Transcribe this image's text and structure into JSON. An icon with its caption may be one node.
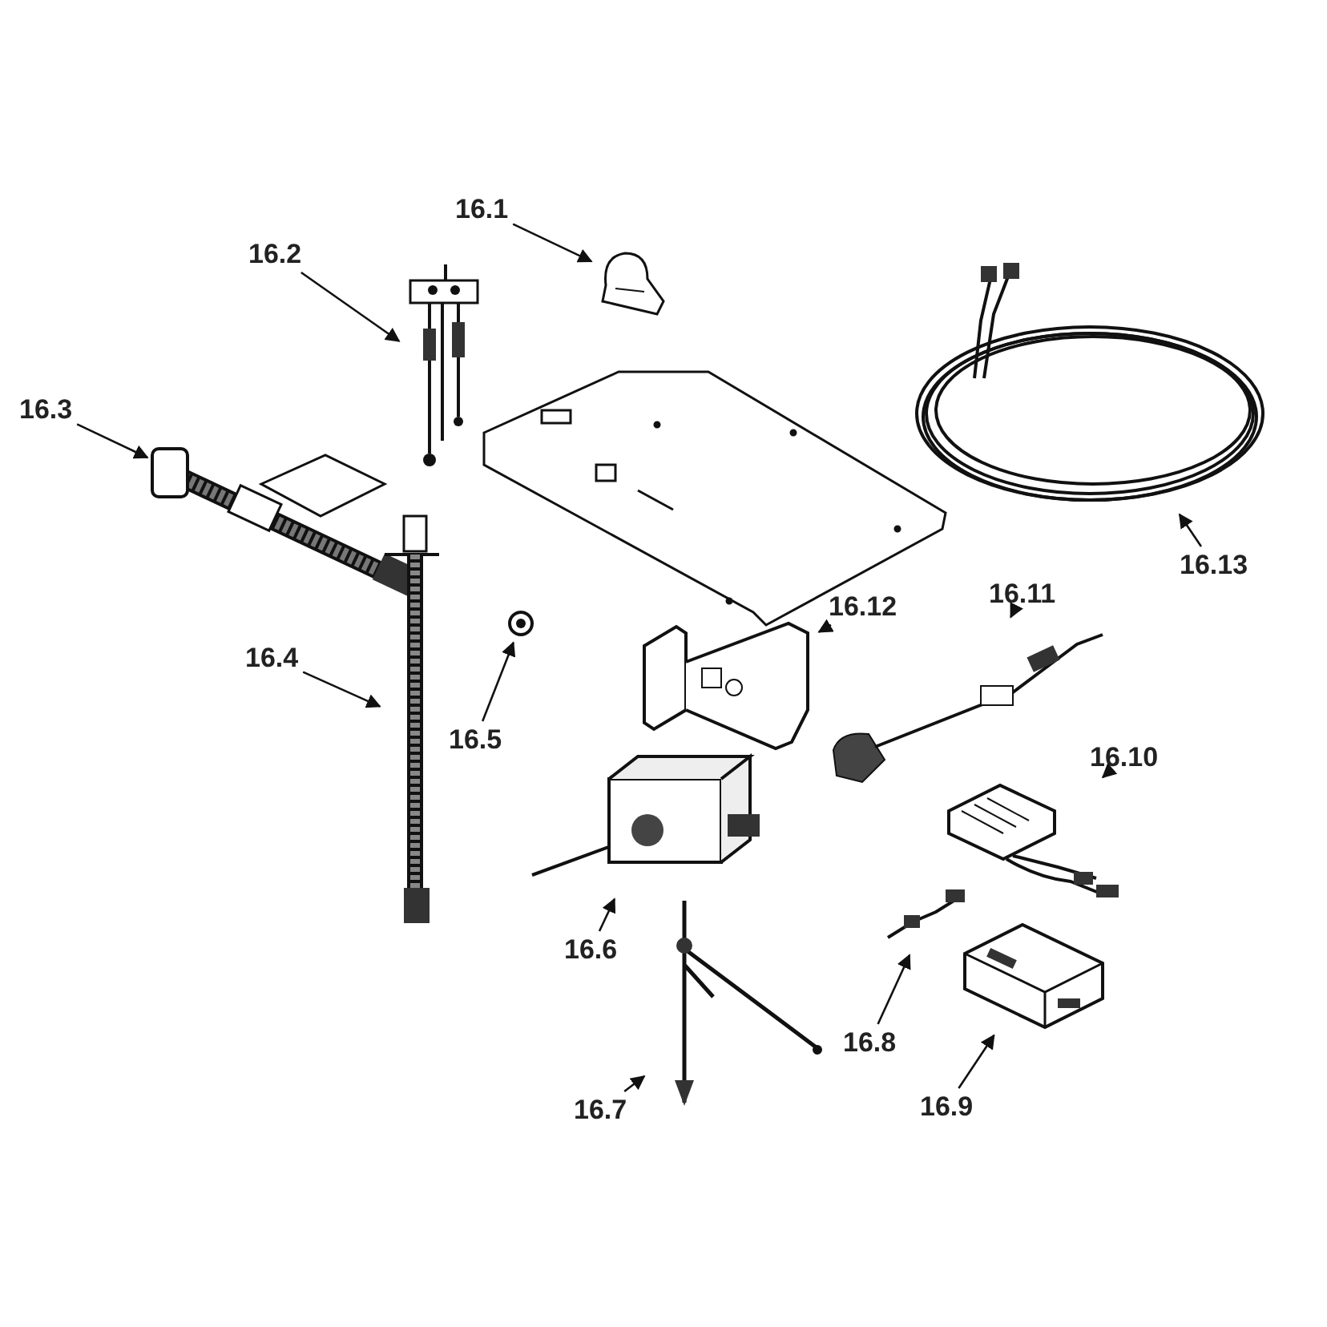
{
  "diagram": {
    "nodes": [
      {
        "text": [
          "16.1"
        ]
      },
      {
        "text": [
          "16.2"
        ]
      },
      {
        "text": [
          "16.3"
        ]
      },
      {
        "text": [
          "16.4"
        ]
      },
      {
        "text": [
          "16.5"
        ]
      },
      {
        "text": [
          "16.6"
        ]
      },
      {
        "text": [
          "16.7"
        ]
      },
      {
        "text": [
          "16.8"
        ]
      },
      {
        "text": [
          "16.9"
        ]
      },
      {
        "text": [
          "16.10"
        ]
      },
      {
        "text": [
          "16.11"
        ]
      },
      {
        "text": [
          "16.12"
        ]
      },
      {
        "text": [
          "16.13"
        ]
      },
      {
        "text": [],
        "shape": "picture"
      },
      {
        "text": [],
        "shape": "picture"
      },
      {
        "text": [],
        "shape": "picture"
      },
      {
        "text": [],
        "shape": "picture"
      },
      {
        "text": [],
        "shape": "picture"
      },
      {
        "text": [],
        "shape": "picture"
      },
      {
        "text": [],
        "shape": "picture"
      },
      {
        "text": [],
        "shape": "picture"
      },
      {
        "text": [],
        "shape": "picture"
      },
      {
        "text": [],
        "shape": "picture"
      },
      {
        "text": [],
        "shape": "picture"
      },
      {
        "text": [],
        "shape": "picture"
      },
      {
        "text": [],
        "shape": "picture"
      },
      {
        "text": [],
        "shape": "picture"
      }
    ],
    "edges": [
      {
        "from": 0,
        "to": 13,
        "arrow": "to"
      },
      {
        "from": 1,
        "to": 14,
        "arrow": "to"
      },
      {
        "from": 2,
        "to": 15,
        "arrow": "to"
      },
      {
        "from": 3,
        "to": 16,
        "arrow": "to"
      },
      {
        "from": 4,
        "to": 17,
        "arrow": "to"
      },
      {
        "from": 5,
        "to": 18,
        "arrow": "to"
      },
      {
        "from": 6,
        "to": 19,
        "arrow": "to"
      },
      {
        "from": 7,
        "to": 20,
        "arrow": "to"
      },
      {
        "from": 8,
        "to": 21,
        "arrow": "to"
      },
      {
        "from": 9,
        "to": 22,
        "arrow": "to"
      },
      {
        "from": 10,
        "to": 23,
        "arrow": "to"
      },
      {
        "from": 11,
        "to": 24,
        "arrow": "to"
      },
      {
        "from": 12,
        "to": 25,
        "arrow": "to"
      }
    ]
  }
}
